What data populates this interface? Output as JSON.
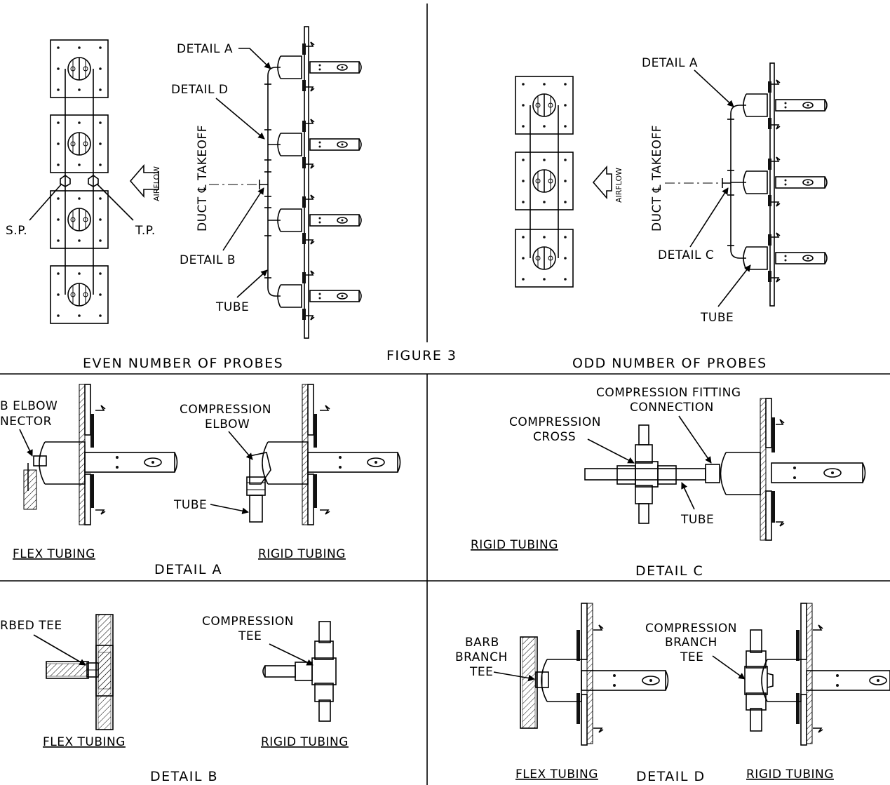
{
  "figure_title": "FIGURE 3",
  "even": {
    "caption": "EVEN NUMBER OF PROBES",
    "sp": "S.P.",
    "tp": "T.P.",
    "airflow": "AIRFLOW",
    "duct_takeoff": "DUCT ℄ TAKEOFF",
    "detail_a": "DETAIL A",
    "detail_d": "DETAIL D",
    "detail_b": "DETAIL B",
    "tube": "TUBE"
  },
  "odd": {
    "caption": "ODD NUMBER OF PROBES",
    "airflow": "AIRFLOW",
    "duct_takeoff": "DUCT ℄ TAKEOFF",
    "detail_a": "DETAIL A",
    "detail_c": "DETAIL C",
    "tube": "TUBE"
  },
  "detail_a_panel": {
    "title": "DETAIL A",
    "barb_elbow_1": "B ELBOW",
    "barb_elbow_2": "NECTOR",
    "compression_1": "COMPRESSION",
    "compression_2": "ELBOW",
    "tube": "TUBE",
    "flex": "FLEX TUBING",
    "rigid": "RIGID TUBING"
  },
  "detail_c_panel": {
    "title": "DETAIL C",
    "fitting_1": "COMPRESSION FITTING",
    "fitting_2": "CONNECTION",
    "cross_1": "COMPRESSION",
    "cross_2": "CROSS",
    "tube": "TUBE",
    "rigid": "RIGID TUBING"
  },
  "detail_b_panel": {
    "title": "DETAIL B",
    "barbed_tee": "RBED TEE",
    "compression_1": "COMPRESSION",
    "compression_2": "TEE",
    "flex": "FLEX TUBING",
    "rigid": "RIGID TUBING"
  },
  "detail_d_panel": {
    "title": "DETAIL D",
    "barb_1": "BARB",
    "barb_2": "BRANCH",
    "barb_3": "TEE",
    "comp_1": "COMPRESSION",
    "comp_2": "BRANCH",
    "comp_3": "TEE",
    "flex": "FLEX TUBING",
    "rigid": "RIGID TUBING"
  }
}
